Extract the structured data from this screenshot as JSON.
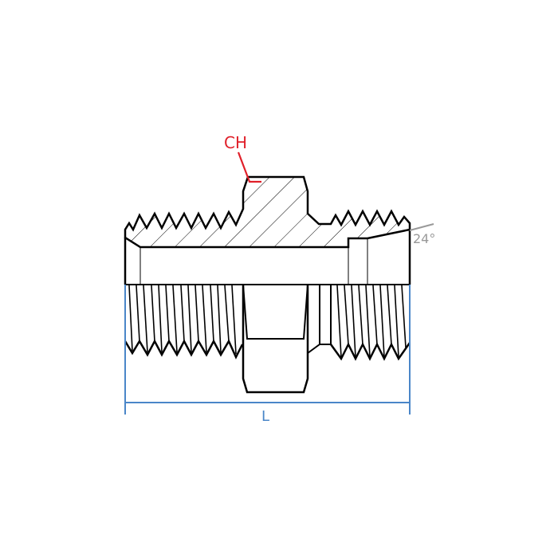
{
  "labels": {
    "hex_size": "CH",
    "angle": "24°",
    "length": "L"
  },
  "colors": {
    "outline": "#000000",
    "hex_label": "#e0202a",
    "angle_label": "#999999",
    "dimension": "#4a86c8"
  }
}
